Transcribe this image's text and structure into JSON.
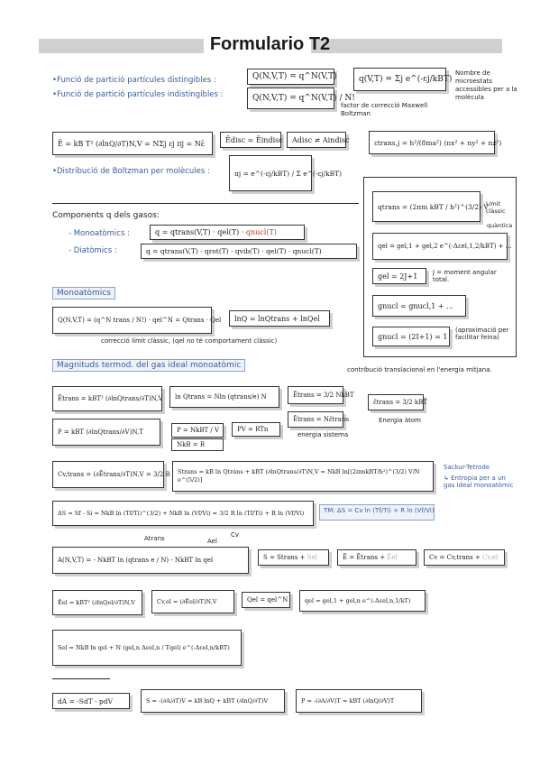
{
  "title": "Formulario T2",
  "partition": {
    "dist_label": "•Funció de partició partícules distingibles :",
    "indist_label": "•Funció de partició partícules indistingibles :",
    "dist_eq": "Q(N,V,T) = q^N(V,T)",
    "indist_eq": "Q(N,V,T) = q^N(V,T) / N!",
    "molecular_eq": "q(V,T) = Σj e^(-εj/kBT)",
    "molecular_note": "Nombre de microestats accessibles per a la molècula",
    "correction_note": "factor de correcció Maxwell Boltzman"
  },
  "energy": {
    "mean_eq": "Ē = kB T² (∂lnQ/∂T)N,V = NΣj εj πj = Nε̄",
    "edisc": "Ēdisc = Ēindisc",
    "adisc": "Adisc ≠ Aindisc",
    "etrans": "εtrans,j = h²/(8ma²) (nx² + ny² + nz²)"
  },
  "boltzmann": {
    "label": "•Distribució de Boltzman per molècules :",
    "eq": "πj = e^(-εj/kBT) / Σ e^(-εj/kBT)"
  },
  "limits": {
    "qtrans": "qtrans = (2πm kBT / h²)^(3/2) V",
    "qtrans_note": "Límit clàssic",
    "qel": "qel = gel,1 + gel,2 e^(-Δεel,1,2/kBT) + …",
    "qel_note": "quàntica",
    "gel": "gel = 2J+1",
    "gel_note": "J = moment angular total.",
    "gnucl": "gnucl = gnucl,1 + …",
    "gnucl2": "gnucl = (2I+1) = 1",
    "gnucl2_note": "(aproximació per facilitar feina)"
  },
  "components": {
    "label": "Components q dels gasos:",
    "mono_label": "- Monoatòmics :",
    "di_label": "- Diatòmics :",
    "mono_eq": "q = qtrans(V,T) · qel(T) ·",
    "mono_red": "qnucl(T)",
    "di_eq": "q = qtrans(V,T) · qrot(T) · qvib(T) · qel(T) · qnucl(T)"
  },
  "monoatomic": {
    "heading": "Monoatòmics",
    "eq": "Q(N,V,T) = (q^N trans / N!) · qel^N = Qtrans · Qel",
    "ln_eq": "lnQ = lnQtrans + lnQel",
    "note": "correcció límit clàssic, (qel no té comportament clàssic)"
  },
  "ideal_gas": {
    "heading": "Magnituds termod. del gas ideal monoatòmic",
    "contrib_note": "contribució translacional en l'energia mitjana.",
    "etrans_eq": "Ētrans = kBT² (∂lnQtrans/∂T)N,V",
    "lnq_eq": "ln Qtrans = Nln (qtrans/e) N",
    "etrans_res": "Ētrans = 3/2 NkBT",
    "etrans_sys": "Ētrans = Nε̄trans",
    "etrans_sys_note": "energia sistema",
    "etrans_atom": "ε̄trans = 3/2 kBT",
    "etrans_atom_note": "Energia àtom",
    "p_eq": "P = kBT (∂lnQtrans/∂V)N,T",
    "p_res": "P = NkBT / V",
    "pv_eq": "PV = RTn",
    "nkb": "NkB = R",
    "cv_eq": "Cv,trans = (∂Ētrans/∂T)N,V = 3/2 R",
    "s_eq": "Strans = kB ln Qtrans + kBT (∂lnQtrans/∂T)N,V = NkB ln[(2πmkBT/h²)^(3/2) V/N e^(5/2)]",
    "sackur": "Sackur-Tetrode",
    "sackur_note": "↳ Entropia per a un gas ideal monoatòmic",
    "ds_eq": "ΔS = Sf - Si = NkB ln (Tf/Ti)^(3/2) + NkB ln (Vf/Vi) = 3/2 R ln (Tf/Ti) + R ln (Vf/Vi)",
    "tm_eq": "TM: ΔS = Cv ln (Tf/Ti) + R ln (Vf/Vi)"
  },
  "helmholtz": {
    "atrans": "Atrans",
    "ael": "Ael",
    "cv_tag": "Cv",
    "a_eq": "A(N,V,T) = - NkBT ln (qtrans e / N) - NkBT ln qel",
    "s_sum": "S = Strans +",
    "s_sum_el": "Sel",
    "e_sum": "Ē = Ētrans +",
    "e_sum_el": "Ēel",
    "cv_sum": "Cv = Cv,trans +",
    "cv_sum_el": "Cv,el"
  },
  "electronic": {
    "eel": "Ēel = kBT² (∂lnQel/∂T)N,V",
    "cvel": "Cv,el = (∂Ēel/∂T)N,V",
    "qel": "Qel = qel^N",
    "qel_sum": "qel = gel,1 + gel,n e^(-Δεel,n,1/kT)",
    "sel": "Sel = NkB ln qel + N (gel,n Δεel,n / Tqel) e^(-Δεel,n/kBT)"
  },
  "bottom": {
    "da": "dA = -SdT - pdV",
    "s": "S = -(∂A/∂T)V = kB lnQ + kBT (∂lnQ/∂T)V",
    "p": "P = -(∂A/∂V)T = kBT (∂lnQ/∂V)T"
  }
}
